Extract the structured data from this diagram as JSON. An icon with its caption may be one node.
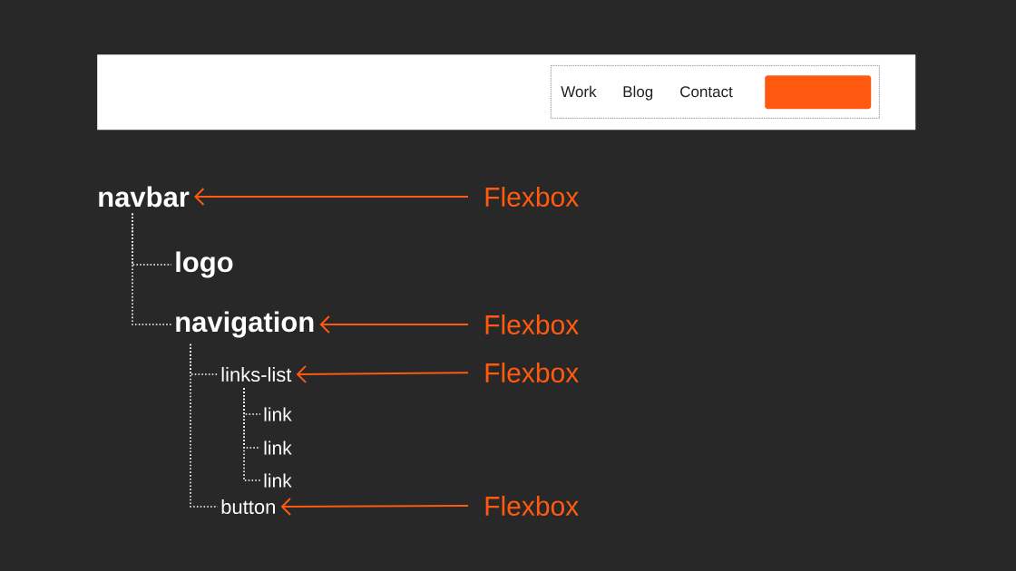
{
  "diagram": {
    "nodes": [
      {
        "text": [],
        "shape": "box"
      },
      {
        "text": [
          "Work",
          "Blog",
          "Contact"
        ],
        "in": 0
      },
      {
        "text": [],
        "shape": "box",
        "in": 1
      },
      {
        "text": [
          "navbar"
        ]
      },
      {
        "text": [
          "logo"
        ]
      },
      {
        "text": [
          "navigation"
        ]
      },
      {
        "text": [
          "links-list"
        ]
      },
      {
        "text": [
          "link"
        ]
      },
      {
        "text": [
          "link"
        ]
      },
      {
        "text": [
          "link"
        ]
      },
      {
        "text": [
          "button"
        ]
      },
      {
        "text": [
          "Flexbox"
        ]
      },
      {
        "text": [
          "Flexbox"
        ]
      },
      {
        "text": [
          "Flexbox"
        ]
      },
      {
        "text": [
          "Flexbox"
        ]
      }
    ],
    "edges": [
      {
        "from": 3,
        "to": 4,
        "arrow": "none",
        "style": "dashed"
      },
      {
        "from": 3,
        "to": 5,
        "arrow": "none",
        "style": "dashed"
      },
      {
        "from": 5,
        "to": 6,
        "arrow": "none",
        "style": "dashed"
      },
      {
        "from": 5,
        "to": 10,
        "arrow": "none",
        "style": "dashed"
      },
      {
        "from": 6,
        "to": 7,
        "arrow": "none",
        "style": "dashed"
      },
      {
        "from": 6,
        "to": 8,
        "arrow": "none",
        "style": "dashed"
      },
      {
        "from": 6,
        "to": 9,
        "arrow": "none",
        "style": "dashed"
      },
      {
        "from": 11,
        "to": 3,
        "arrow": "to",
        "color": "#ff5a0f"
      },
      {
        "from": 12,
        "to": 5,
        "arrow": "to",
        "color": "#ff5a0f"
      },
      {
        "from": 13,
        "to": 6,
        "arrow": "to",
        "color": "#ff5a0f"
      },
      {
        "from": 14,
        "to": 10,
        "arrow": "to",
        "color": "#ff5a0f"
      }
    ]
  }
}
